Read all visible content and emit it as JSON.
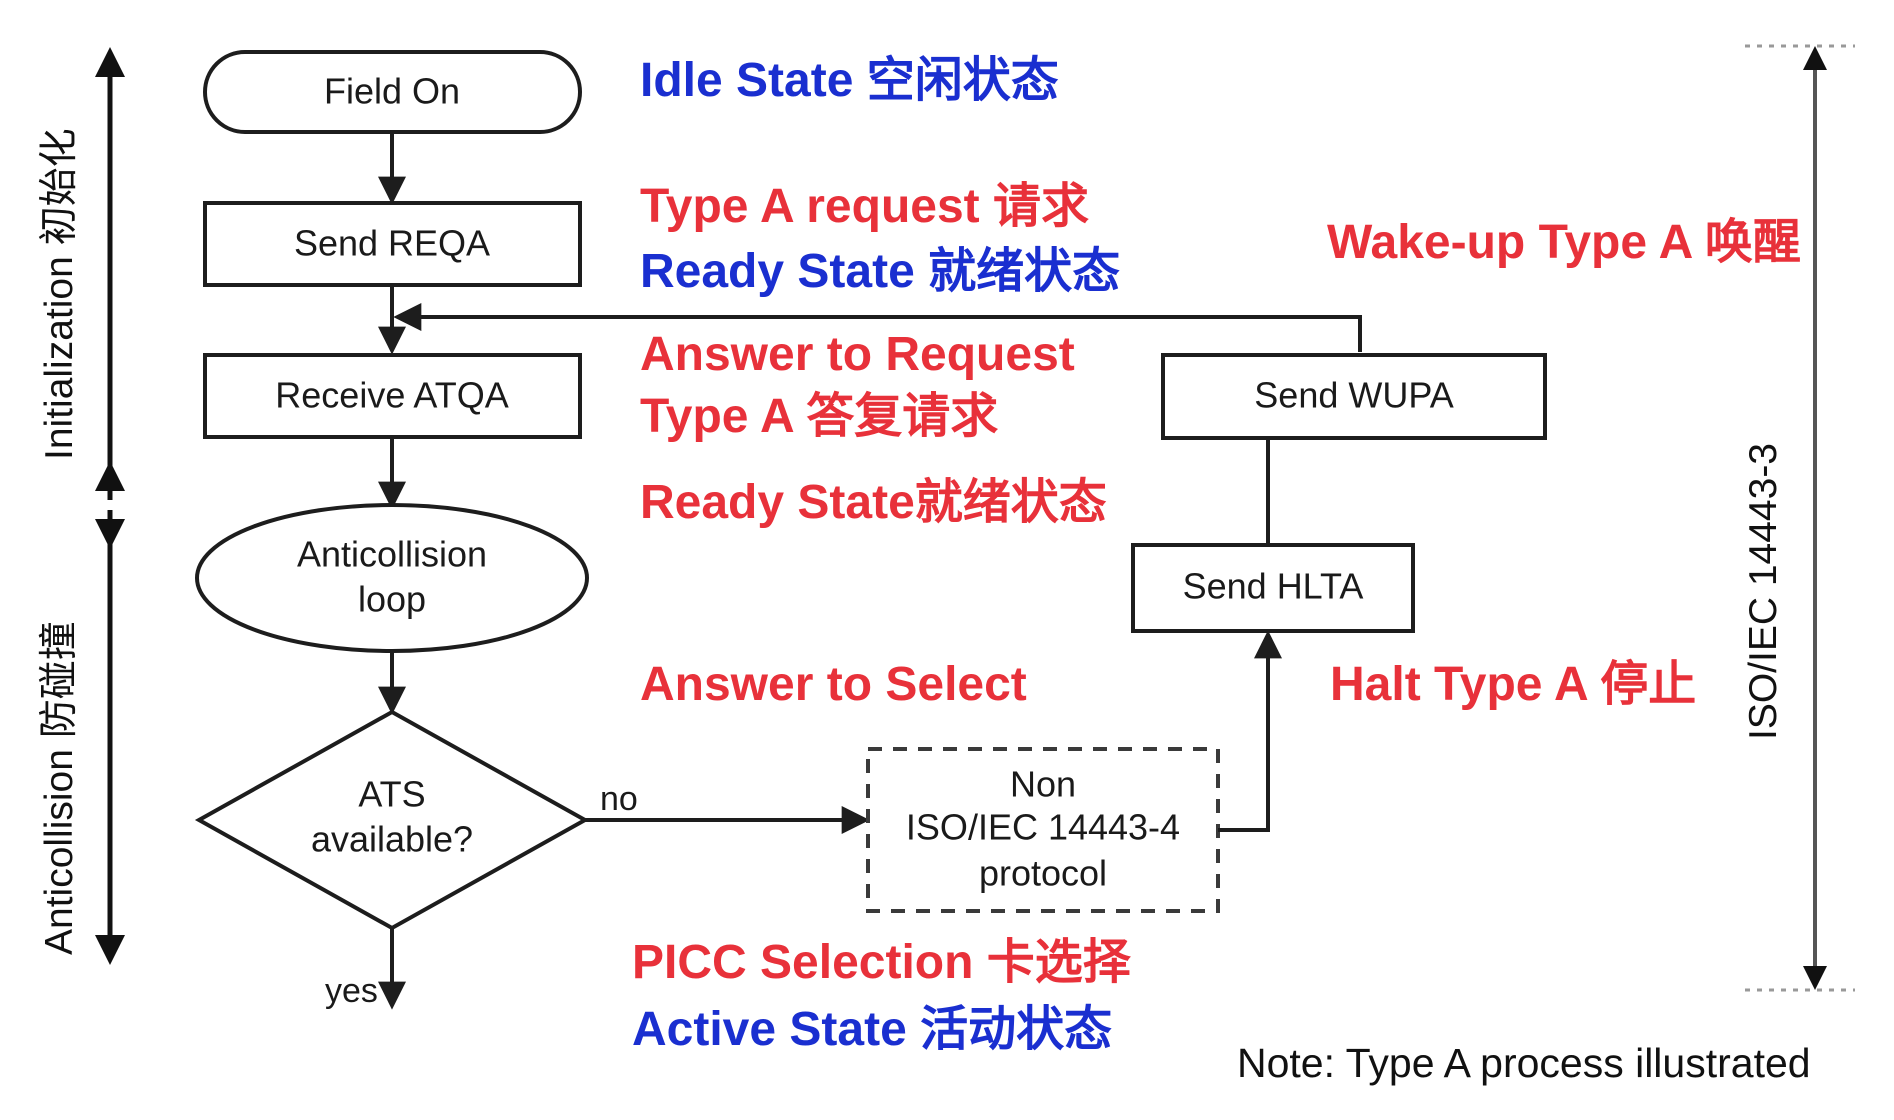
{
  "diagram": {
    "title_note": "Note: Type A process illustrated",
    "side_labels": {
      "left_top": "Initialization 初始化",
      "left_bottom": "Anticollision 防碰撞",
      "right": "ISO/IEC 14443-3"
    },
    "nodes": [
      {
        "id": "field-on",
        "shape": "terminator",
        "label": "Field On"
      },
      {
        "id": "send-reqa",
        "shape": "process",
        "label": "Send REQA"
      },
      {
        "id": "receive-atqa",
        "shape": "process",
        "label": "Receive ATQA"
      },
      {
        "id": "anticollision",
        "shape": "ellipse",
        "label_line1": "Anticollision",
        "label_line2": "loop"
      },
      {
        "id": "ats-available",
        "shape": "decision",
        "label_line1": "ATS",
        "label_line2": "available?"
      },
      {
        "id": "non-iso-proto",
        "shape": "dashed",
        "label_line1": "Non",
        "label_line2": "ISO/IEC 14443-4",
        "label_line3": "protocol"
      },
      {
        "id": "send-wupa",
        "shape": "process",
        "label": "Send WUPA"
      },
      {
        "id": "send-hlta",
        "shape": "process",
        "label": "Send HLTA"
      }
    ],
    "edge_labels": {
      "no": "no",
      "yes": "yes"
    },
    "annotations": [
      {
        "id": "idle-state",
        "color": "blue",
        "text": "Idle State  空闲状态"
      },
      {
        "id": "type-a-request",
        "color": "red",
        "text": "Type A request 请求"
      },
      {
        "id": "ready-state-1",
        "color": "blue",
        "text": "Ready State 就绪状态"
      },
      {
        "id": "answer-to-request",
        "color": "red",
        "text": "Answer to Request"
      },
      {
        "id": "type-a-answer",
        "color": "red",
        "text": "Type A  答复请求"
      },
      {
        "id": "ready-state-2",
        "color": "red",
        "text": "Ready State就绪状态"
      },
      {
        "id": "answer-to-select",
        "color": "red",
        "text": "Answer to Select"
      },
      {
        "id": "picc-selection",
        "color": "red",
        "text": "PICC Selection 卡选择"
      },
      {
        "id": "active-state",
        "color": "blue",
        "text": "Active State 活动状态"
      },
      {
        "id": "wake-up-type-a",
        "color": "red",
        "text": "Wake-up Type A 唤醒"
      },
      {
        "id": "halt-type-a",
        "color": "red",
        "text": "Halt Type A 停止"
      }
    ],
    "colors": {
      "blue": "#1a2fd0",
      "red": "#e8313a",
      "ink": "#1d1d1d"
    }
  }
}
